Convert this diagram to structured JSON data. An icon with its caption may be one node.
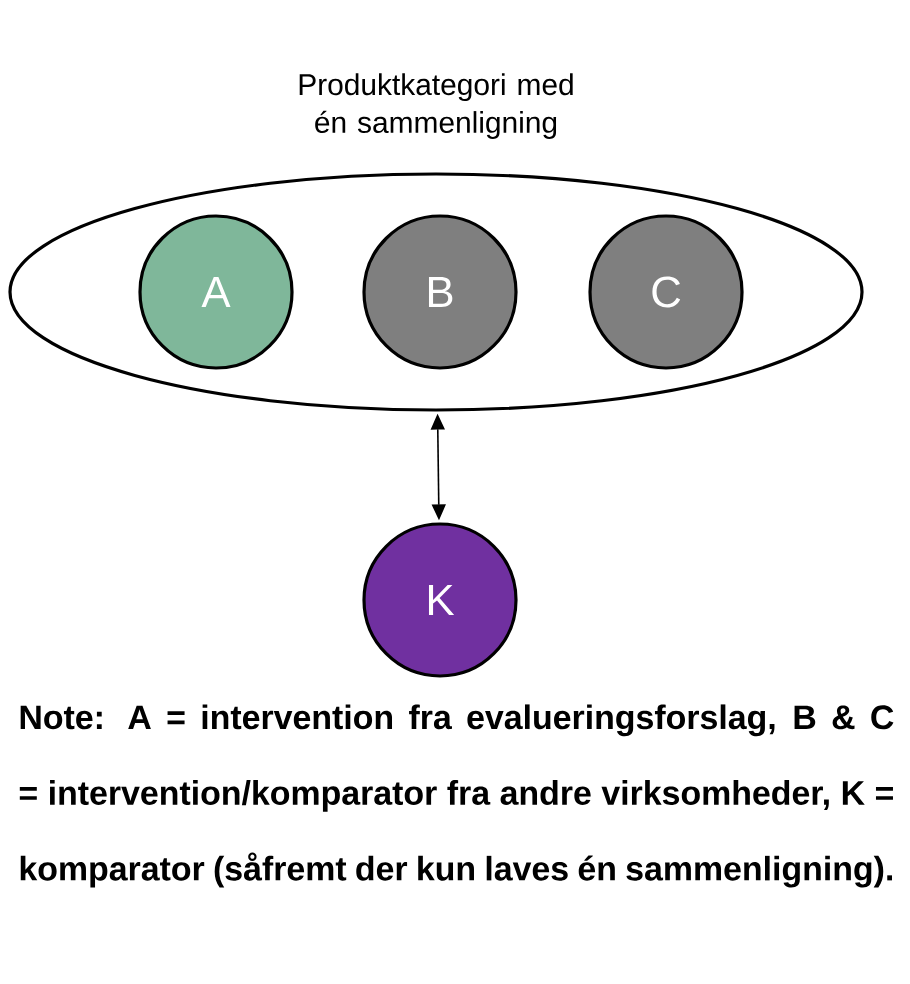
{
  "diagram": {
    "nodes": [
      {
        "text": [
          "Produktkategori med én sammenligning"
        ]
      },
      {
        "text": [
          "A"
        ],
        "in": 0
      },
      {
        "text": [
          "B"
        ],
        "in": 0
      },
      {
        "text": [
          "C"
        ],
        "in": 0
      },
      {
        "text": [
          "K"
        ]
      }
    ],
    "edges": [
      {
        "from": 0,
        "to": 4,
        "arrow": "both"
      }
    ],
    "labels": [
      "Note: A = intervention fra evalueringsforslag, B & C = intervention/komparator fra andre virksomheder, K = komparator (såfremt der kun laves én sammenligning)."
    ]
  }
}
